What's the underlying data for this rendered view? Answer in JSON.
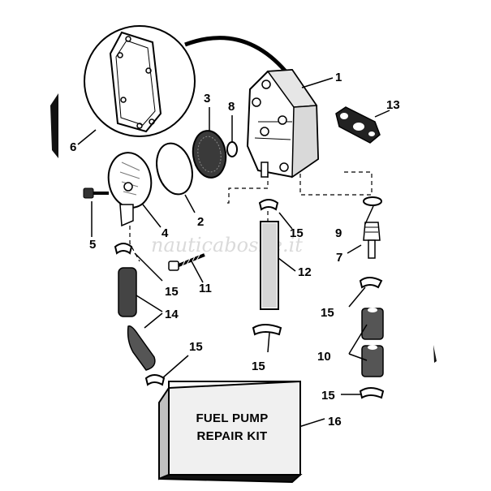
{
  "watermark": "nauticaboslie.it",
  "kit_box": {
    "line1": "FUEL PUMP",
    "line2": "REPAIR KIT"
  },
  "callouts": {
    "c1": "1",
    "c2": "2",
    "c3": "3",
    "c4": "4",
    "c5": "5",
    "c6": "6",
    "c7": "7",
    "c8": "8",
    "c9": "9",
    "c10": "10",
    "c11": "11",
    "c12": "12",
    "c13": "13",
    "c14": "14",
    "c15a": "15",
    "c15b": "15",
    "c15c": "15",
    "c15d": "15",
    "c15e": "15",
    "c15f": "15",
    "c16": "16"
  }
}
